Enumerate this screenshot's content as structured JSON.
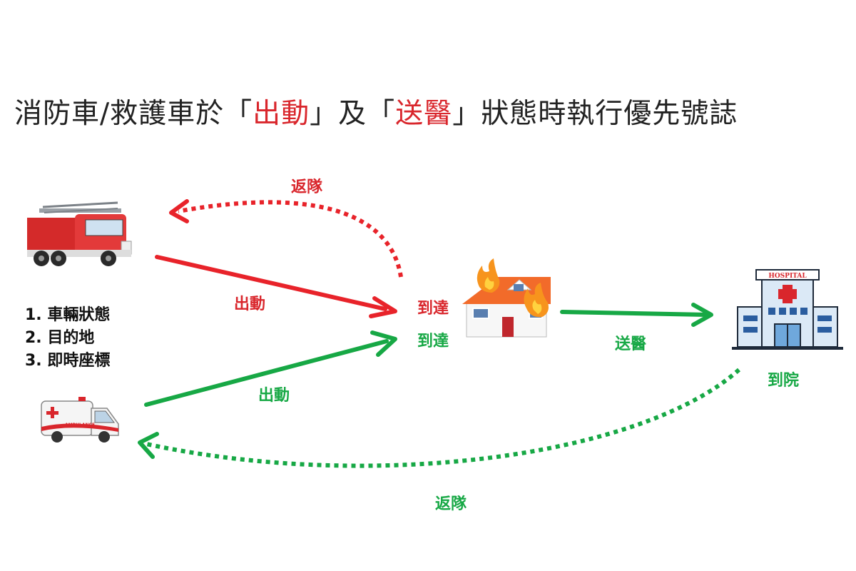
{
  "title": {
    "part1": "消防車/救護車於「",
    "hl1": "出動",
    "part2": "」及「",
    "hl2": "送醫",
    "part3": "」狀態時執行優先號誌"
  },
  "labels": {
    "return_top": "返隊",
    "dispatch_fire": "出動",
    "arrive_fire": "到達",
    "arrive_ambulance": "到達",
    "dispatch_ambulance": "出動",
    "transport": "送醫",
    "arrive_hospital": "到院",
    "return_bottom": "返隊"
  },
  "info_list": [
    "1. 車輛狀態",
    "2. 目的地",
    "3. 即時座標"
  ],
  "hospital_sign": "HOSPITAL",
  "ambulance_text": "AMBULANCE",
  "colors": {
    "red": "#d9262c",
    "green": "#17a845"
  }
}
